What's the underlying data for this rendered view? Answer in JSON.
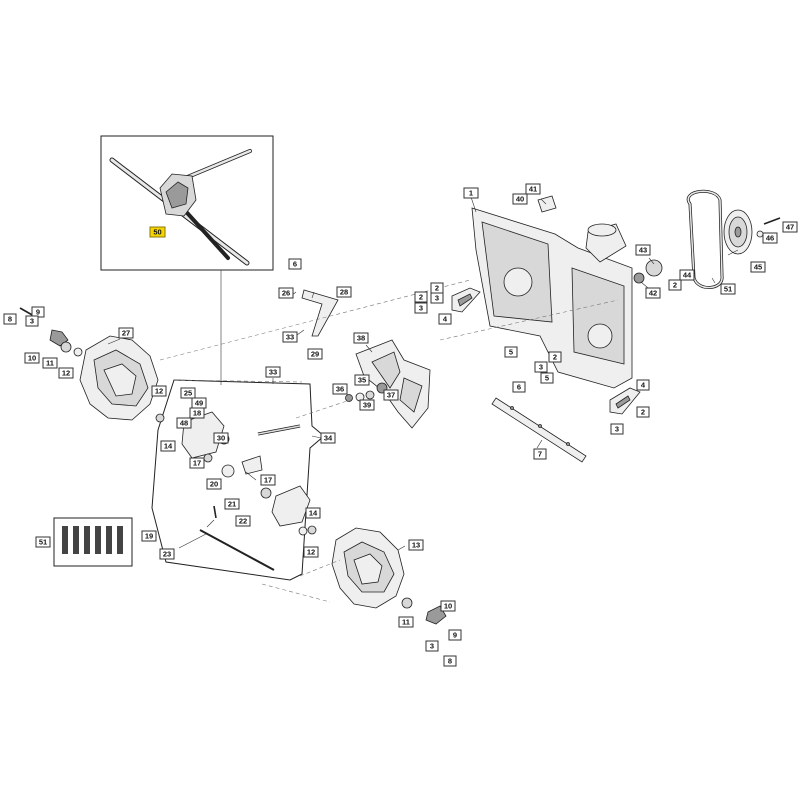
{
  "diagram": {
    "type": "exploded-parts-diagram",
    "colors": {
      "callout_fill": "#ffffff",
      "callout_border": "#333333",
      "highlight_fill": "#f5d400",
      "part_fill": "#d8d8d8",
      "line": "#222222"
    },
    "callouts": {
      "c50": "50",
      "c1": "1",
      "c41": "41",
      "c40": "40",
      "c47": "47",
      "c46": "46",
      "c45": "45",
      "c51a": "51",
      "c44": "44",
      "c43": "43",
      "c42": "42",
      "c2a": "2",
      "c2b": "2",
      "c3a": "3",
      "c4a": "4",
      "c2c": "2",
      "c3b": "3",
      "c5a": "5",
      "c2d": "2",
      "c3c": "3",
      "c5b": "5",
      "c6a": "6",
      "c4b": "4",
      "c2e": "2",
      "c3d": "3",
      "c7": "7",
      "c6b": "6",
      "c26": "26",
      "c28": "28",
      "c33a": "33",
      "c29": "29",
      "c8a": "8",
      "c9a": "9",
      "c3e": "3",
      "c27": "27",
      "c10a": "10",
      "c11a": "11",
      "c12a": "12",
      "c38": "38",
      "c36": "36",
      "c35": "35",
      "c37": "37",
      "c39": "39",
      "c33b": "33",
      "c25": "25",
      "c49": "49",
      "c18": "18",
      "c48": "48",
      "c12b": "12",
      "c14a": "14",
      "c30": "30",
      "c34": "34",
      "c17a": "17",
      "c20": "20",
      "c21": "21",
      "c17b": "17",
      "c22": "22",
      "c14b": "14",
      "c51b": "51",
      "c19": "19",
      "c23": "23",
      "c12c": "12",
      "c13": "13",
      "c10b": "10",
      "c11b": "11",
      "c3f": "3",
      "c9b": "9",
      "c8b": "8"
    }
  }
}
